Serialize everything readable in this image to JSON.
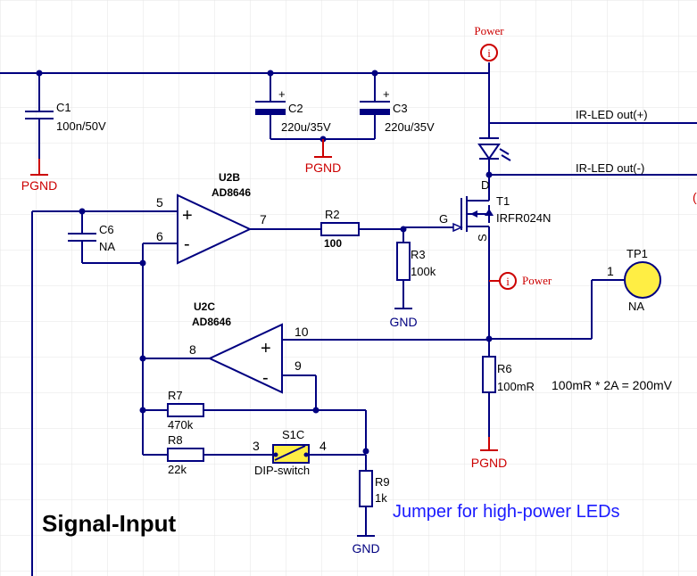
{
  "labels": {
    "power_top": "Power",
    "power_mid": "Power",
    "power_icon": "i",
    "ir_led_pos": "IR-LED  out(+)",
    "ir_led_neg": "IR-LED  out(-)",
    "signal_input": "Signal-Input",
    "jumper_note": "Jumper for high-power LEDs",
    "current_note": "100mR * 2A = 200mV"
  },
  "components": {
    "c1": {
      "ref": "C1",
      "value": "100n/50V"
    },
    "c2": {
      "ref": "C2",
      "value": "220u/35V"
    },
    "c3": {
      "ref": "C3",
      "value": "220u/35V"
    },
    "c6": {
      "ref": "C6",
      "value": "NA"
    },
    "u2b": {
      "ref": "U2B",
      "value": "AD8646"
    },
    "u2c": {
      "ref": "U2C",
      "value": "AD8646"
    },
    "r2": {
      "ref": "R2",
      "value": "100"
    },
    "r3": {
      "ref": "R3",
      "value": "100k"
    },
    "r6": {
      "ref": "R6",
      "value": "100mR"
    },
    "r7": {
      "ref": "R7",
      "value": "470k"
    },
    "r8": {
      "ref": "R8",
      "value": "22k"
    },
    "r9": {
      "ref": "R9",
      "value": "1k"
    },
    "t1": {
      "ref": "T1",
      "value": "IRFR024N",
      "pin_g": "G",
      "pin_d": "D",
      "pin_s": "S"
    },
    "s1c": {
      "ref": "S1C",
      "value": "DIP-switch"
    },
    "tp1": {
      "ref": "TP1",
      "value": "NA",
      "pin": "1"
    }
  },
  "nets": {
    "pgnd_c1": "PGND",
    "pgnd_c23": "PGND",
    "pgnd_r6": "PGND",
    "gnd_r3": "GND",
    "gnd_r9": "GND"
  },
  "pins": {
    "u2b_5": "5",
    "u2b_6": "6",
    "u2b_7": "7",
    "u2c_8": "8",
    "u2c_9": "9",
    "u2c_10": "10",
    "s1c_3": "3",
    "s1c_4": "4",
    "plus": "+",
    "minus": "-"
  },
  "colors": {
    "wire": "#000080",
    "power_symbol": "#cc0000",
    "tp_fill": "#ffee44",
    "annotation_blue": "#1a1aff"
  }
}
